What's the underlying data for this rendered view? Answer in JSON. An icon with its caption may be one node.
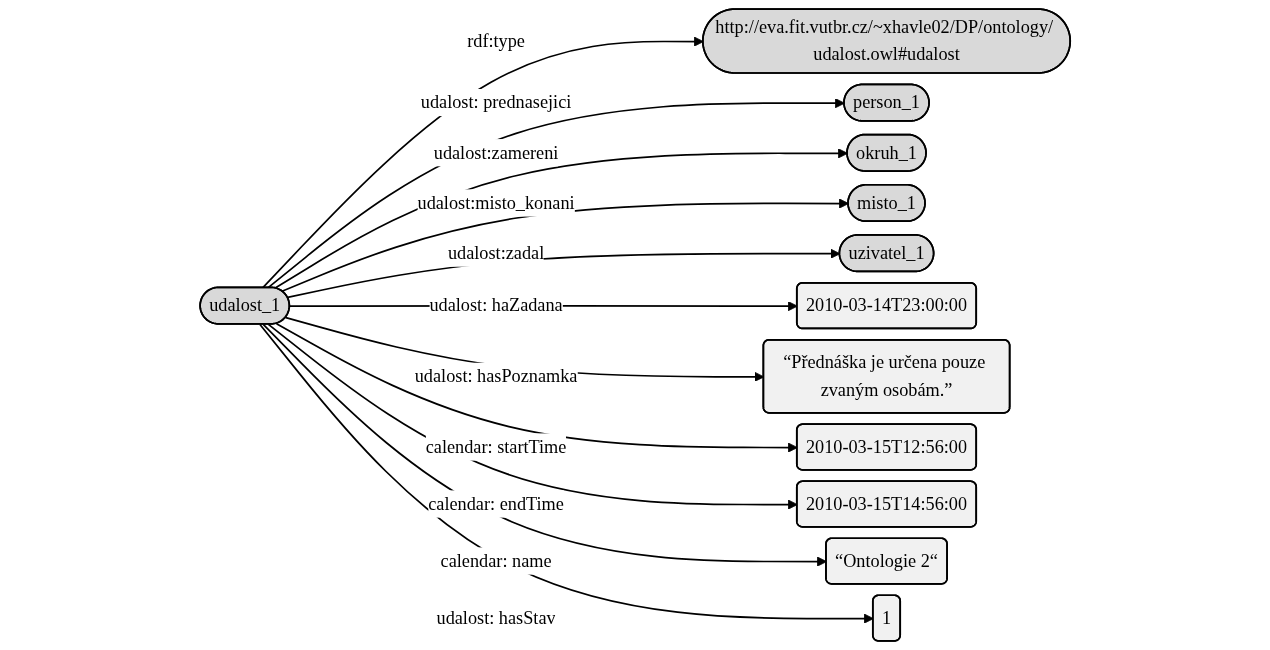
{
  "diagram": {
    "nodes": [
      {
        "text": [
          "http://eva.fit.vutbr.cz/~xhavle02/DP/ontology/ udalost.owl#udalost"
        ]
      },
      {
        "text": [
          "person_1"
        ]
      },
      {
        "text": [
          "okruh_1"
        ]
      },
      {
        "text": [
          "misto_1"
        ]
      },
      {
        "text": [
          "udalost_1"
        ]
      },
      {
        "text": [
          "uzivatel_1"
        ]
      },
      {
        "text": [
          "2010-03-14T23:00:00"
        ]
      },
      {
        "text": [
          "“Přednáška je určena pouze zvaným osobám.”"
        ]
      },
      {
        "text": [
          "2010-03-15T12:56:00"
        ]
      },
      {
        "text": [
          "2010-03-15T14:56:00"
        ]
      },
      {
        "text": [
          "“Ontologie 2“"
        ]
      },
      {
        "text": [
          "1"
        ]
      }
    ],
    "edges": [
      {
        "from": 4,
        "to": 0,
        "arrow": "to",
        "label": "rdf:type"
      },
      {
        "from": 4,
        "to": 1,
        "arrow": "to",
        "label": "udalost: prednasejici"
      },
      {
        "from": 4,
        "to": 2,
        "arrow": "to",
        "label": "udalost:zamereni"
      },
      {
        "from": 4,
        "to": 3,
        "arrow": "to",
        "label": "udalost:misto_konani"
      },
      {
        "from": 4,
        "to": 5,
        "arrow": "to",
        "label": "udalost:zadal"
      },
      {
        "from": 4,
        "to": 6,
        "arrow": "to",
        "label": "udalost: haZadana"
      },
      {
        "from": 4,
        "to": 7,
        "arrow": "to",
        "label": "udalost: hasPoznamka"
      },
      {
        "from": 4,
        "to": 8,
        "arrow": "to",
        "label": "calendar: startTime"
      },
      {
        "from": 4,
        "to": 9,
        "arrow": "to",
        "label": "calendar: endTime"
      },
      {
        "from": 4,
        "to": 10,
        "arrow": "to",
        "label": "calendar: name"
      },
      {
        "from": 4,
        "to": 11,
        "arrow": "to",
        "label": "udalost: hasStav"
      }
    ]
  }
}
